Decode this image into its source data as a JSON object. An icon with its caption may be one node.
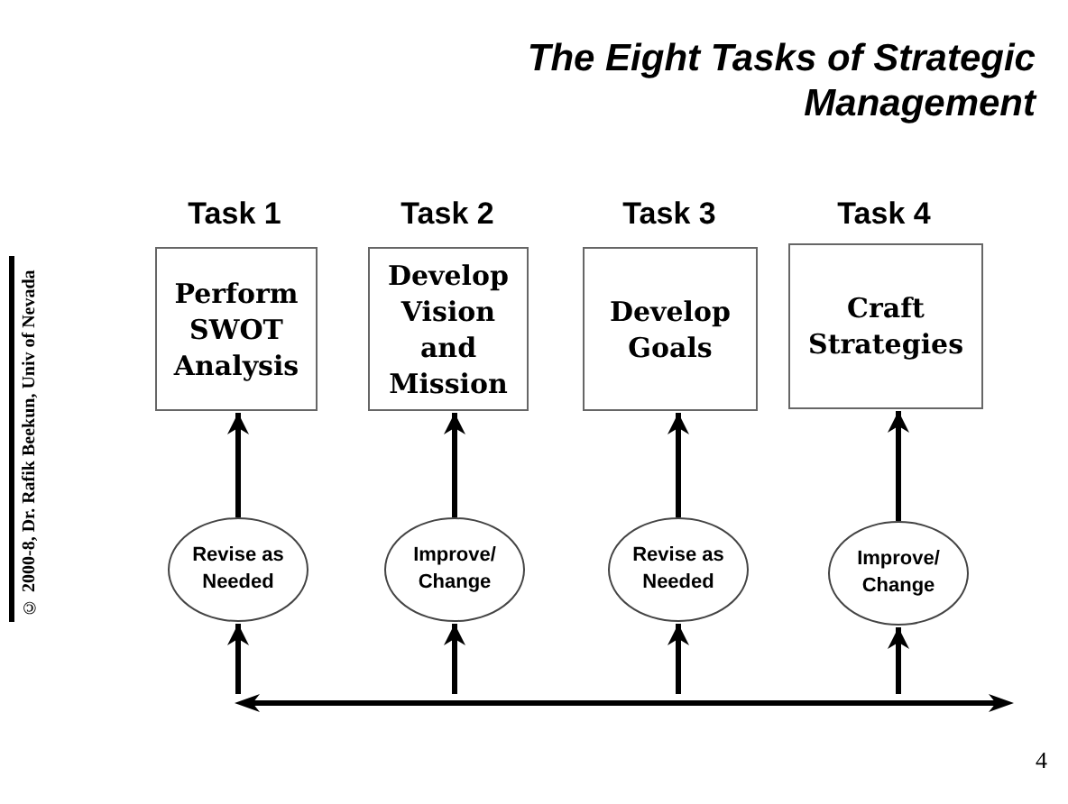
{
  "diagram": {
    "title": "The Eight Tasks of Strategic Management",
    "nodes": [
      {
        "text": [
          "Perform SWOT Analysis"
        ]
      },
      {
        "text": [
          "Develop Vision and Mission"
        ]
      },
      {
        "text": [
          "Develop Goals"
        ]
      },
      {
        "text": [
          "Craft Strategies"
        ]
      },
      {
        "text": [
          "Revise as Needed"
        ]
      },
      {
        "text": [
          "Improve/ Change"
        ]
      },
      {
        "text": [
          "Revise as Needed"
        ]
      },
      {
        "text": [
          "Improve/ Change"
        ]
      },
      {
        "text": [],
        "shape": "bar"
      }
    ],
    "edges": [
      {
        "from": 4,
        "to": 0,
        "arrow": "to"
      },
      {
        "from": 5,
        "to": 1,
        "arrow": "to"
      },
      {
        "from": 6,
        "to": 2,
        "arrow": "to"
      },
      {
        "from": 7,
        "to": 3,
        "arrow": "to"
      },
      {
        "from": 8,
        "to": 4,
        "arrow": "to"
      },
      {
        "from": 8,
        "to": 5,
        "arrow": "to"
      },
      {
        "from": 8,
        "to": 6,
        "arrow": "to"
      },
      {
        "from": 8,
        "to": 7,
        "arrow": "to"
      }
    ],
    "labels": [
      "Task 1",
      "Task 2",
      "Task 3",
      "Task 4",
      "© 2000-8, Dr. Rafik Beekun, Univ of Nevada",
      "4"
    ]
  }
}
